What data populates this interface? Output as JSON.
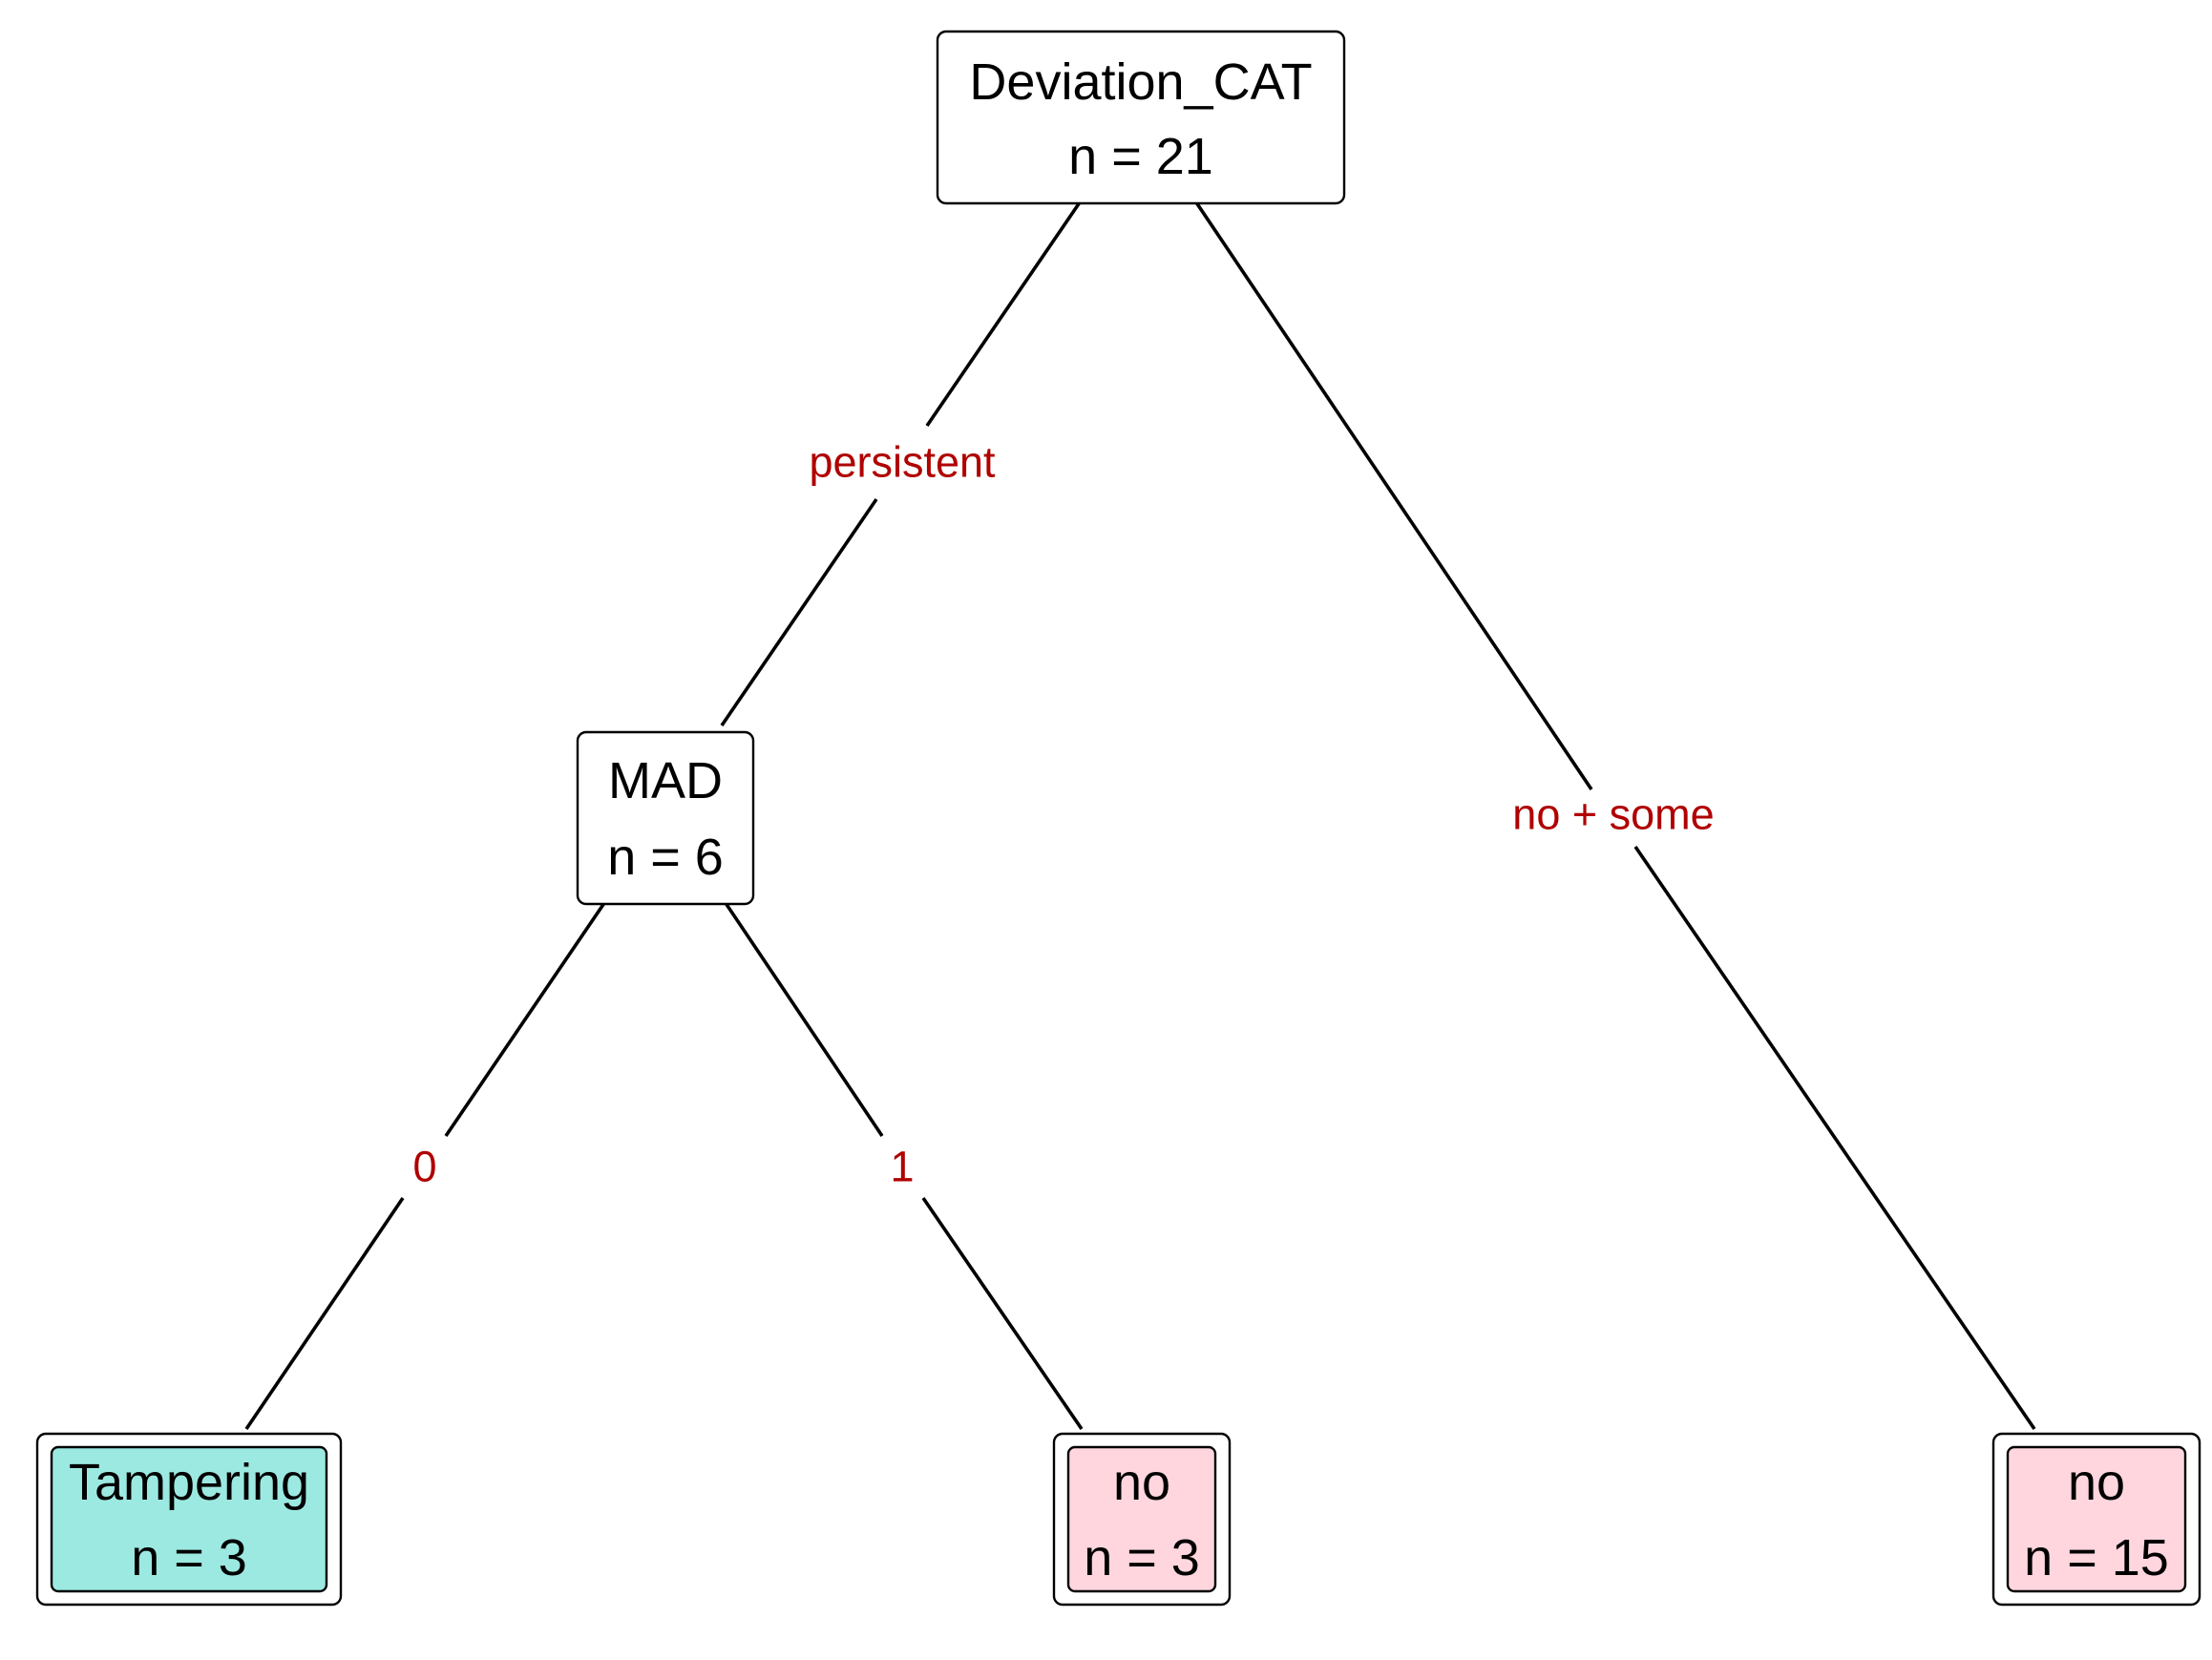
{
  "colors": {
    "edge_label": "#b00000",
    "node_fill": "#ffffff",
    "leaf_tampering_fill": "#9ce9e2",
    "leaf_no_fill": "#ffd6de",
    "border": "#000000"
  },
  "nodes": {
    "root": {
      "label": "Deviation_CAT",
      "count": "n = 21"
    },
    "mad": {
      "label": "MAD",
      "count": "n = 6"
    },
    "leaf_tampering": {
      "label": "Tampering",
      "count": "n = 3"
    },
    "leaf_no_left": {
      "label": "no",
      "count": "n = 3"
    },
    "leaf_no_right": {
      "label": "no",
      "count": "n = 15"
    }
  },
  "edges": {
    "root_to_mad": "persistent",
    "root_to_leaf_right": "no + some",
    "mad_to_tampering": "0",
    "mad_to_no": "1"
  }
}
